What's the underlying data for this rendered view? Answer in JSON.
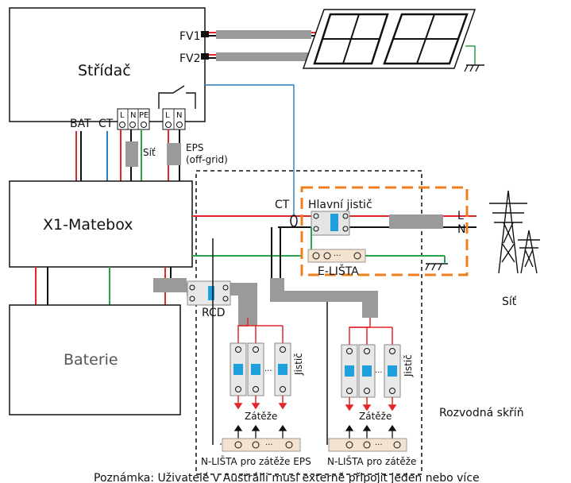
{
  "labels": {
    "inverter": "Střídač",
    "fv1": "FV1",
    "fv2": "FV2",
    "bat": "BAT",
    "ct_inverter": "CT",
    "grid_port": "Síť",
    "eps": "EPS",
    "off_grid": "(off-grid)",
    "matebox": "X1-Matebox",
    "battery": "Baterie",
    "rcd": "RCD",
    "ct_main": "CT",
    "main_breaker": "Hlavní jistič",
    "line_l": "L",
    "line_n": "N",
    "e_bar": "E-LIŠTA",
    "grid": "Síť",
    "distribution_box": "Rozvodná skříň",
    "breaker_left": "Jistič",
    "breaker_right": "Jistič",
    "loads_left": "Zátěže",
    "loads_right": "Zátěže",
    "n_bar_eps": "N-LIŠTA pro zátěže EPS",
    "n_bar_loads": "N-LIŠTA pro zátěže",
    "terminal_l1": "L",
    "terminal_n1": "N",
    "terminal_pe": "PE",
    "terminal_l2": "L",
    "terminal_n2": "N",
    "ellipsis_e": "···",
    "ellipsis_b1": "···",
    "ellipsis_b2": "···",
    "ellipsis_n1": "···",
    "ellipsis_n2": "···",
    "note": "Poznámka: Uživatelé v Austrálii musí externě připojit jeden nebo více"
  },
  "colors": {
    "line_red": "#e2262b",
    "line_black": "#111111",
    "line_blue": "#2a7fc2",
    "line_green": "#2aa34a",
    "dashed_orange": "#f07f1e",
    "cable_gray": "#8a8a8a",
    "breaker_blue": "#1f9fdc"
  }
}
